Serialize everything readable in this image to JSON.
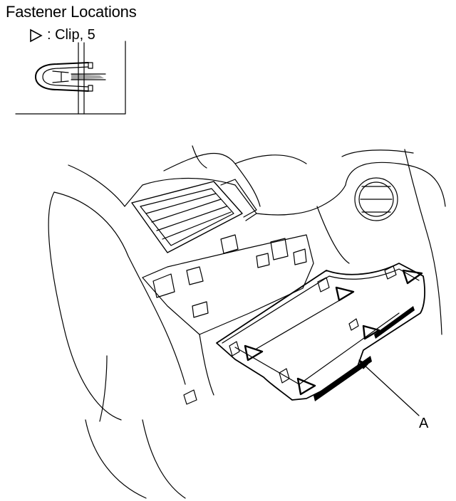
{
  "title": "Fastener Locations",
  "legend": {
    "symbol": "clip-triangle-icon",
    "text": ": Clip, 5"
  },
  "callout_label": "A",
  "clip_count": 5
}
